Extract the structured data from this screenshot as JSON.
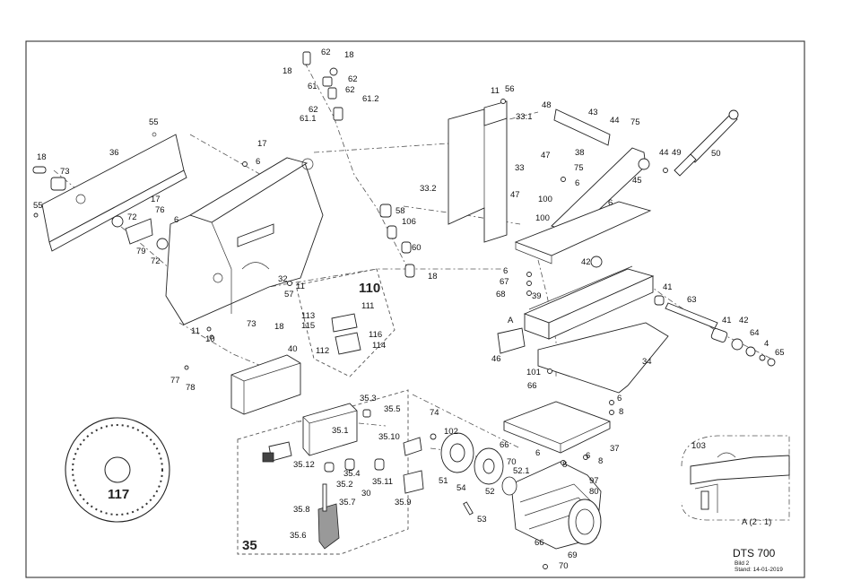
{
  "drawing": {
    "title": "DTS 700",
    "sheet": "Bild 2",
    "stand": "Stand: 14-01-2019",
    "detail_label": "A  (2 : 1)",
    "detail_marker": "A",
    "group_35_label": "35",
    "group_110_label": "110",
    "blade_label": "117"
  },
  "part_labels": {
    "p18a": "18",
    "p62a": "62",
    "p18b": "18",
    "p62b": "62",
    "p61": "61",
    "p62c": "62",
    "p61_2": "61.2",
    "p62d": "62",
    "p61_1": "61.1",
    "p11a": "11",
    "p56": "56",
    "p33_1": "33.1",
    "p48": "48",
    "p43": "43",
    "p44a": "44",
    "p75a": "75",
    "p55a": "55",
    "p17a": "17",
    "p36": "36",
    "p6a": "6",
    "p18c": "18",
    "p73a": "73",
    "p33": "33",
    "p33_2": "33.2",
    "p47a": "47",
    "p38": "38",
    "p75b": "75",
    "p44b": "44",
    "p49": "49",
    "p50": "50",
    "p47b": "47",
    "p6b": "6",
    "p45": "45",
    "p100a": "100",
    "p100b": "100",
    "p6c": "6",
    "p55b": "55",
    "p17b": "17",
    "p76": "76",
    "p72a": "72",
    "p6d": "6",
    "p79": "79",
    "p72b": "72",
    "p58": "58",
    "p106": "106",
    "p60": "60",
    "p18d": "18",
    "p32": "32",
    "p11b": "11",
    "p57": "57",
    "p73b": "73",
    "p18e": "18",
    "p11c": "11",
    "p10": "10",
    "p113": "113",
    "p115": "115",
    "p111": "111",
    "p116": "116",
    "p112": "112",
    "p114": "114",
    "p6e": "6",
    "p67": "67",
    "p68": "68",
    "p39": "39",
    "p42a": "42",
    "p41a": "41",
    "p63": "63",
    "p41b": "41",
    "p42b": "42",
    "p64": "64",
    "p4": "4",
    "p65": "65",
    "p40": "40",
    "p77": "77",
    "p78": "78",
    "p46": "46",
    "p34": "34",
    "p101": "101",
    "p66a": "66",
    "p6f": "6",
    "p8a": "8",
    "p35_3": "35.3",
    "p35_5": "35.5",
    "p35_1": "35.1",
    "p35_10": "35.10",
    "p74": "74",
    "p102": "102",
    "p66b": "66",
    "p6g": "6",
    "p37": "37",
    "p6h": "6",
    "p8b": "8",
    "p70a": "70",
    "p8c": "8",
    "p35_12": "35.12",
    "p35_4": "35.4",
    "p35_2": "35.2",
    "p35_11": "35.11",
    "p30": "30",
    "p35_7": "35.7",
    "p35_9": "35.9",
    "p51": "51",
    "p54": "54",
    "p52": "52",
    "p52_1": "52.1",
    "p97": "97",
    "p80": "80",
    "p103": "103",
    "p35_8": "35.8",
    "p35_6": "35.6",
    "p53": "53",
    "p66c": "66",
    "p69": "69",
    "p70b": "70"
  }
}
